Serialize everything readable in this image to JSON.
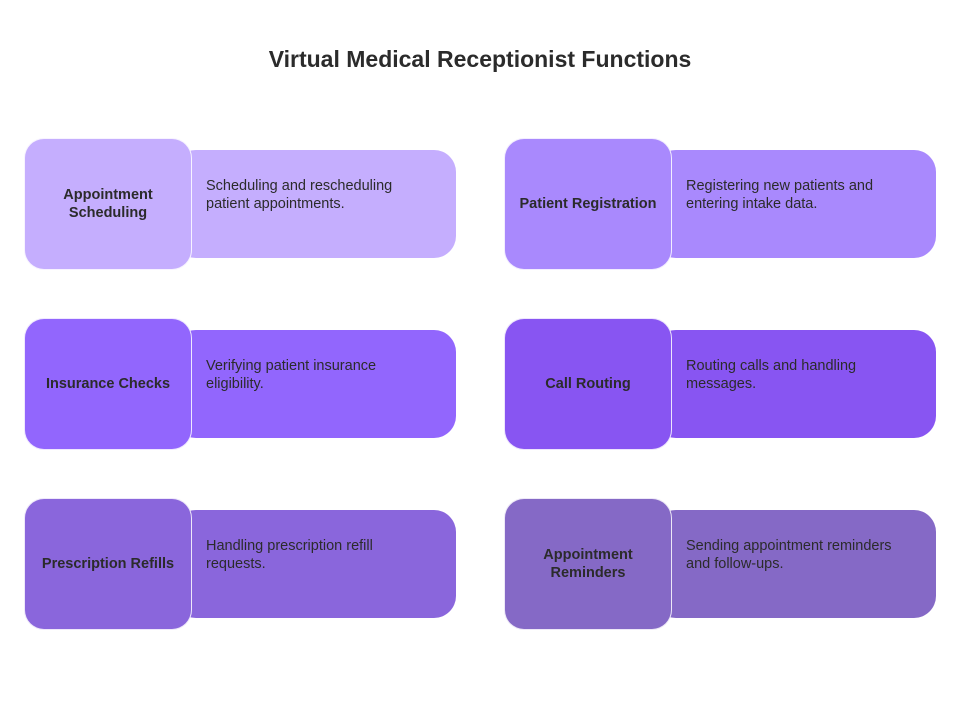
{
  "title": "Virtual Medical Receptionist Functions",
  "cards": [
    {
      "label": "Appointment Scheduling",
      "description": "Scheduling and rescheduling patient appointments.",
      "color": "#c5aefe"
    },
    {
      "label": "Patient Registration",
      "description": "Registering new patients and entering intake data.",
      "color": "#a989fd"
    },
    {
      "label": "Insurance Checks",
      "description": "Verifying patient insurance eligibility.",
      "color": "#9266fd"
    },
    {
      "label": "Call Routing",
      "description": "Routing calls and handling messages.",
      "color": "#8855f2"
    },
    {
      "label": "Prescription Refills",
      "description": "Handling prescription refill requests.",
      "color": "#8a66dc"
    },
    {
      "label": "Appointment Reminders",
      "description": "Sending appointment reminders and follow-ups.",
      "color": "#8569c6"
    }
  ]
}
